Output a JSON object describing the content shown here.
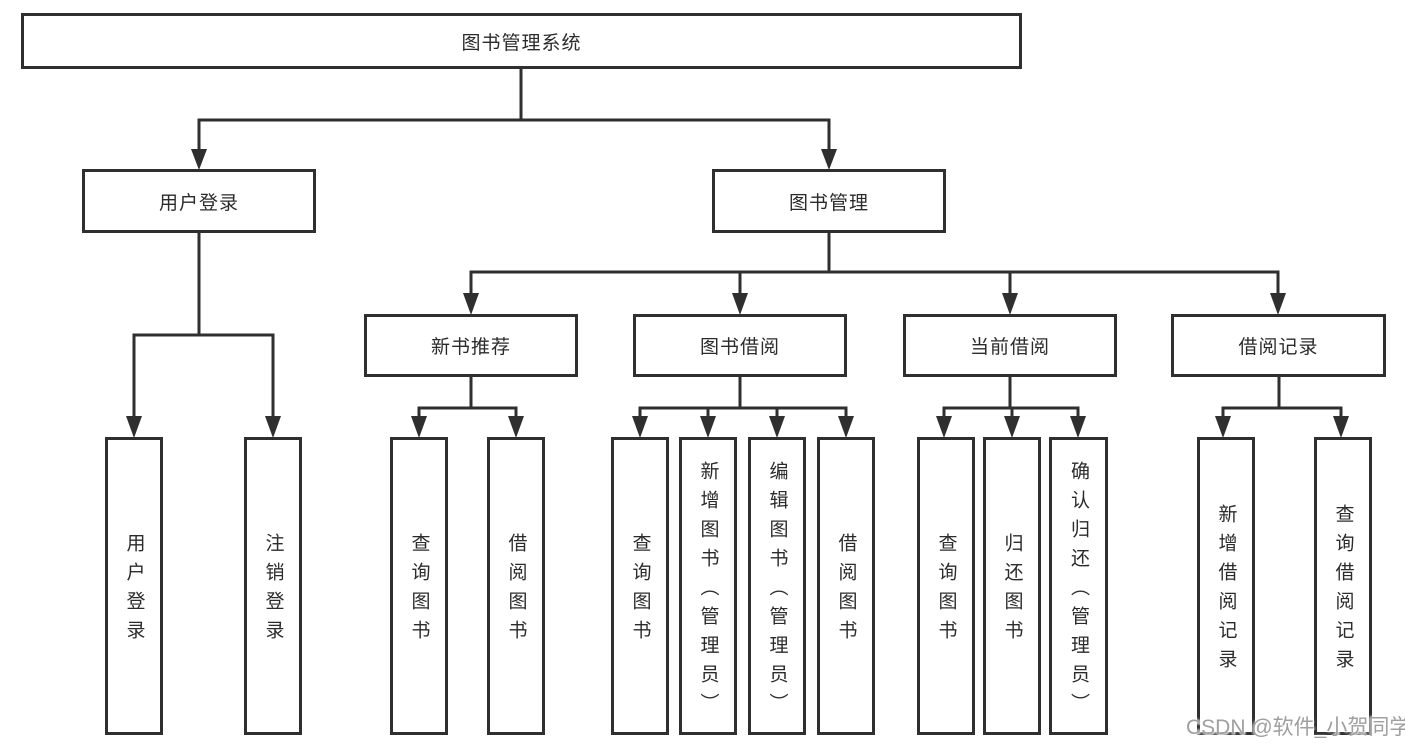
{
  "tree": {
    "root": {
      "label": "图书管理系统"
    },
    "l2": [
      {
        "label": "用户登录"
      },
      {
        "label": "图书管理"
      }
    ],
    "l3": [
      {
        "label": "新书推荐"
      },
      {
        "label": "图书借阅"
      },
      {
        "label": "当前借阅"
      },
      {
        "label": "借阅记录"
      }
    ],
    "leaves": [
      {
        "label": "用户登录"
      },
      {
        "label": "注销登录"
      },
      {
        "label": "查询图书"
      },
      {
        "label": "借阅图书"
      },
      {
        "label": "查询图书"
      },
      {
        "label": "新增图书（管理员）"
      },
      {
        "label": "编辑图书（管理员）"
      },
      {
        "label": "借阅图书"
      },
      {
        "label": "查询图书"
      },
      {
        "label": "归还图书"
      },
      {
        "label": "确认归还（管理员）"
      },
      {
        "label": "新增借阅记录"
      },
      {
        "label": "查询借阅记录"
      }
    ]
  },
  "watermark": {
    "text": "CSDN @软件_小贺同学"
  },
  "colors": {
    "line": "#2f2f2f",
    "box_border": "#2f2f2f",
    "text": "#2b2b2b",
    "watermark": "#9f9f9f",
    "background": "#ffffff"
  }
}
